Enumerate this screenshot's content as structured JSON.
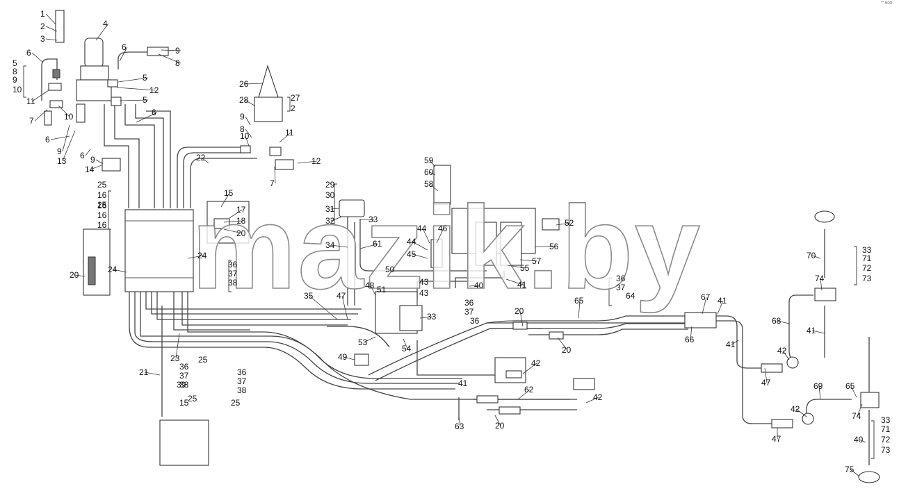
{
  "watermark": "mazik.by",
  "corner_mark": "°\" 500",
  "callouts": [
    "1",
    "2",
    "3",
    "4",
    "5",
    "6",
    "7",
    "8",
    "9",
    "10",
    "11",
    "12",
    "13",
    "14",
    "16",
    "15",
    "17",
    "18",
    "20",
    "21",
    "22",
    "23",
    "24",
    "25",
    "26",
    "27",
    "28",
    "29",
    "30",
    "31",
    "32",
    "33",
    "34",
    "35",
    "36",
    "37",
    "38",
    "39",
    "40",
    "41",
    "42",
    "43",
    "44",
    "45",
    "46",
    "47",
    "48",
    "49",
    "50",
    "51",
    "52",
    "53",
    "54",
    "55",
    "56",
    "57",
    "58",
    "59",
    "60",
    "61",
    "62",
    "63",
    "64",
    "65",
    "66",
    "67",
    "68",
    "69",
    "70",
    "71",
    "72",
    "73",
    "74",
    "75"
  ]
}
